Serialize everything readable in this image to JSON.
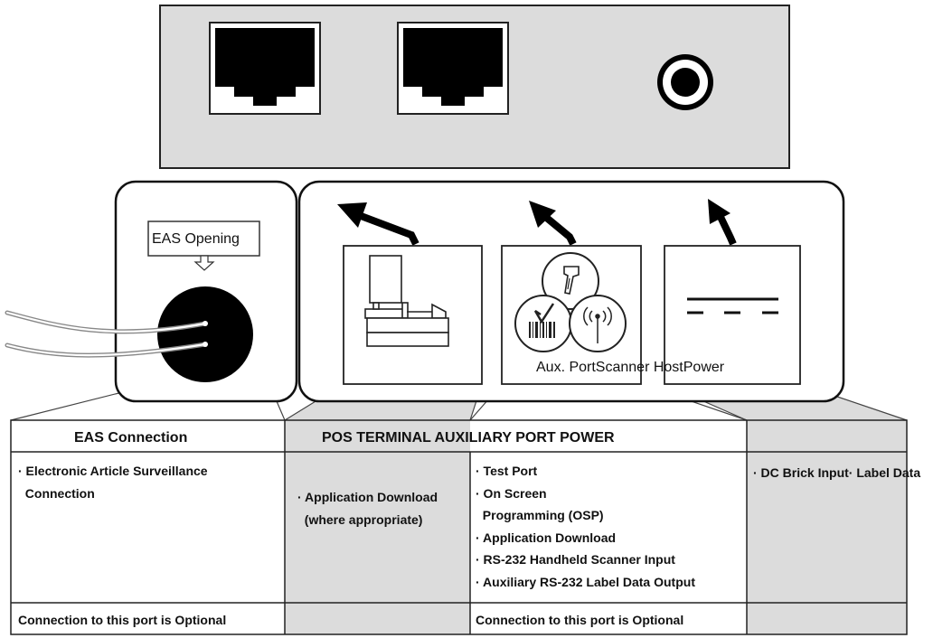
{
  "eas_opening_label": "EAS Opening",
  "port_caption": "Aux. PortScanner HostPower",
  "eas_header": "EAS Connection",
  "main_header": "POS TERMINAL AUXILIARY PORT POWER",
  "eas_items": [
    "· Electronic Article Surveillance",
    "  Connection"
  ],
  "terminal_items": [
    "· Application Download",
    "  (where appropriate)"
  ],
  "aux_items": [
    "· Test Port",
    "· On Screen",
    "  Programming (OSP)",
    "· Application Download",
    "· RS-232 Handheld Scanner Input",
    "· Auxiliary RS-232 Label Data Output"
  ],
  "power_items": [
    "· DC Brick Input· Label Data"
  ],
  "eas_footer": "Connection to this port is Optional",
  "aux_footer": "Connection to this port is Optional",
  "colors": {
    "panel_gray": "#dcdcdc",
    "ink": "#111111",
    "paper": "#ffffff"
  },
  "icons": [
    "rj45-jack-icon",
    "rj45-jack-icon",
    "power-jack-icon",
    "eas-cable-icon",
    "pos-terminal-icon",
    "handheld-scanner-icon",
    "barcode-icon",
    "antenna-icon",
    "dc-power-symbol-icon",
    "arrow-icon"
  ]
}
